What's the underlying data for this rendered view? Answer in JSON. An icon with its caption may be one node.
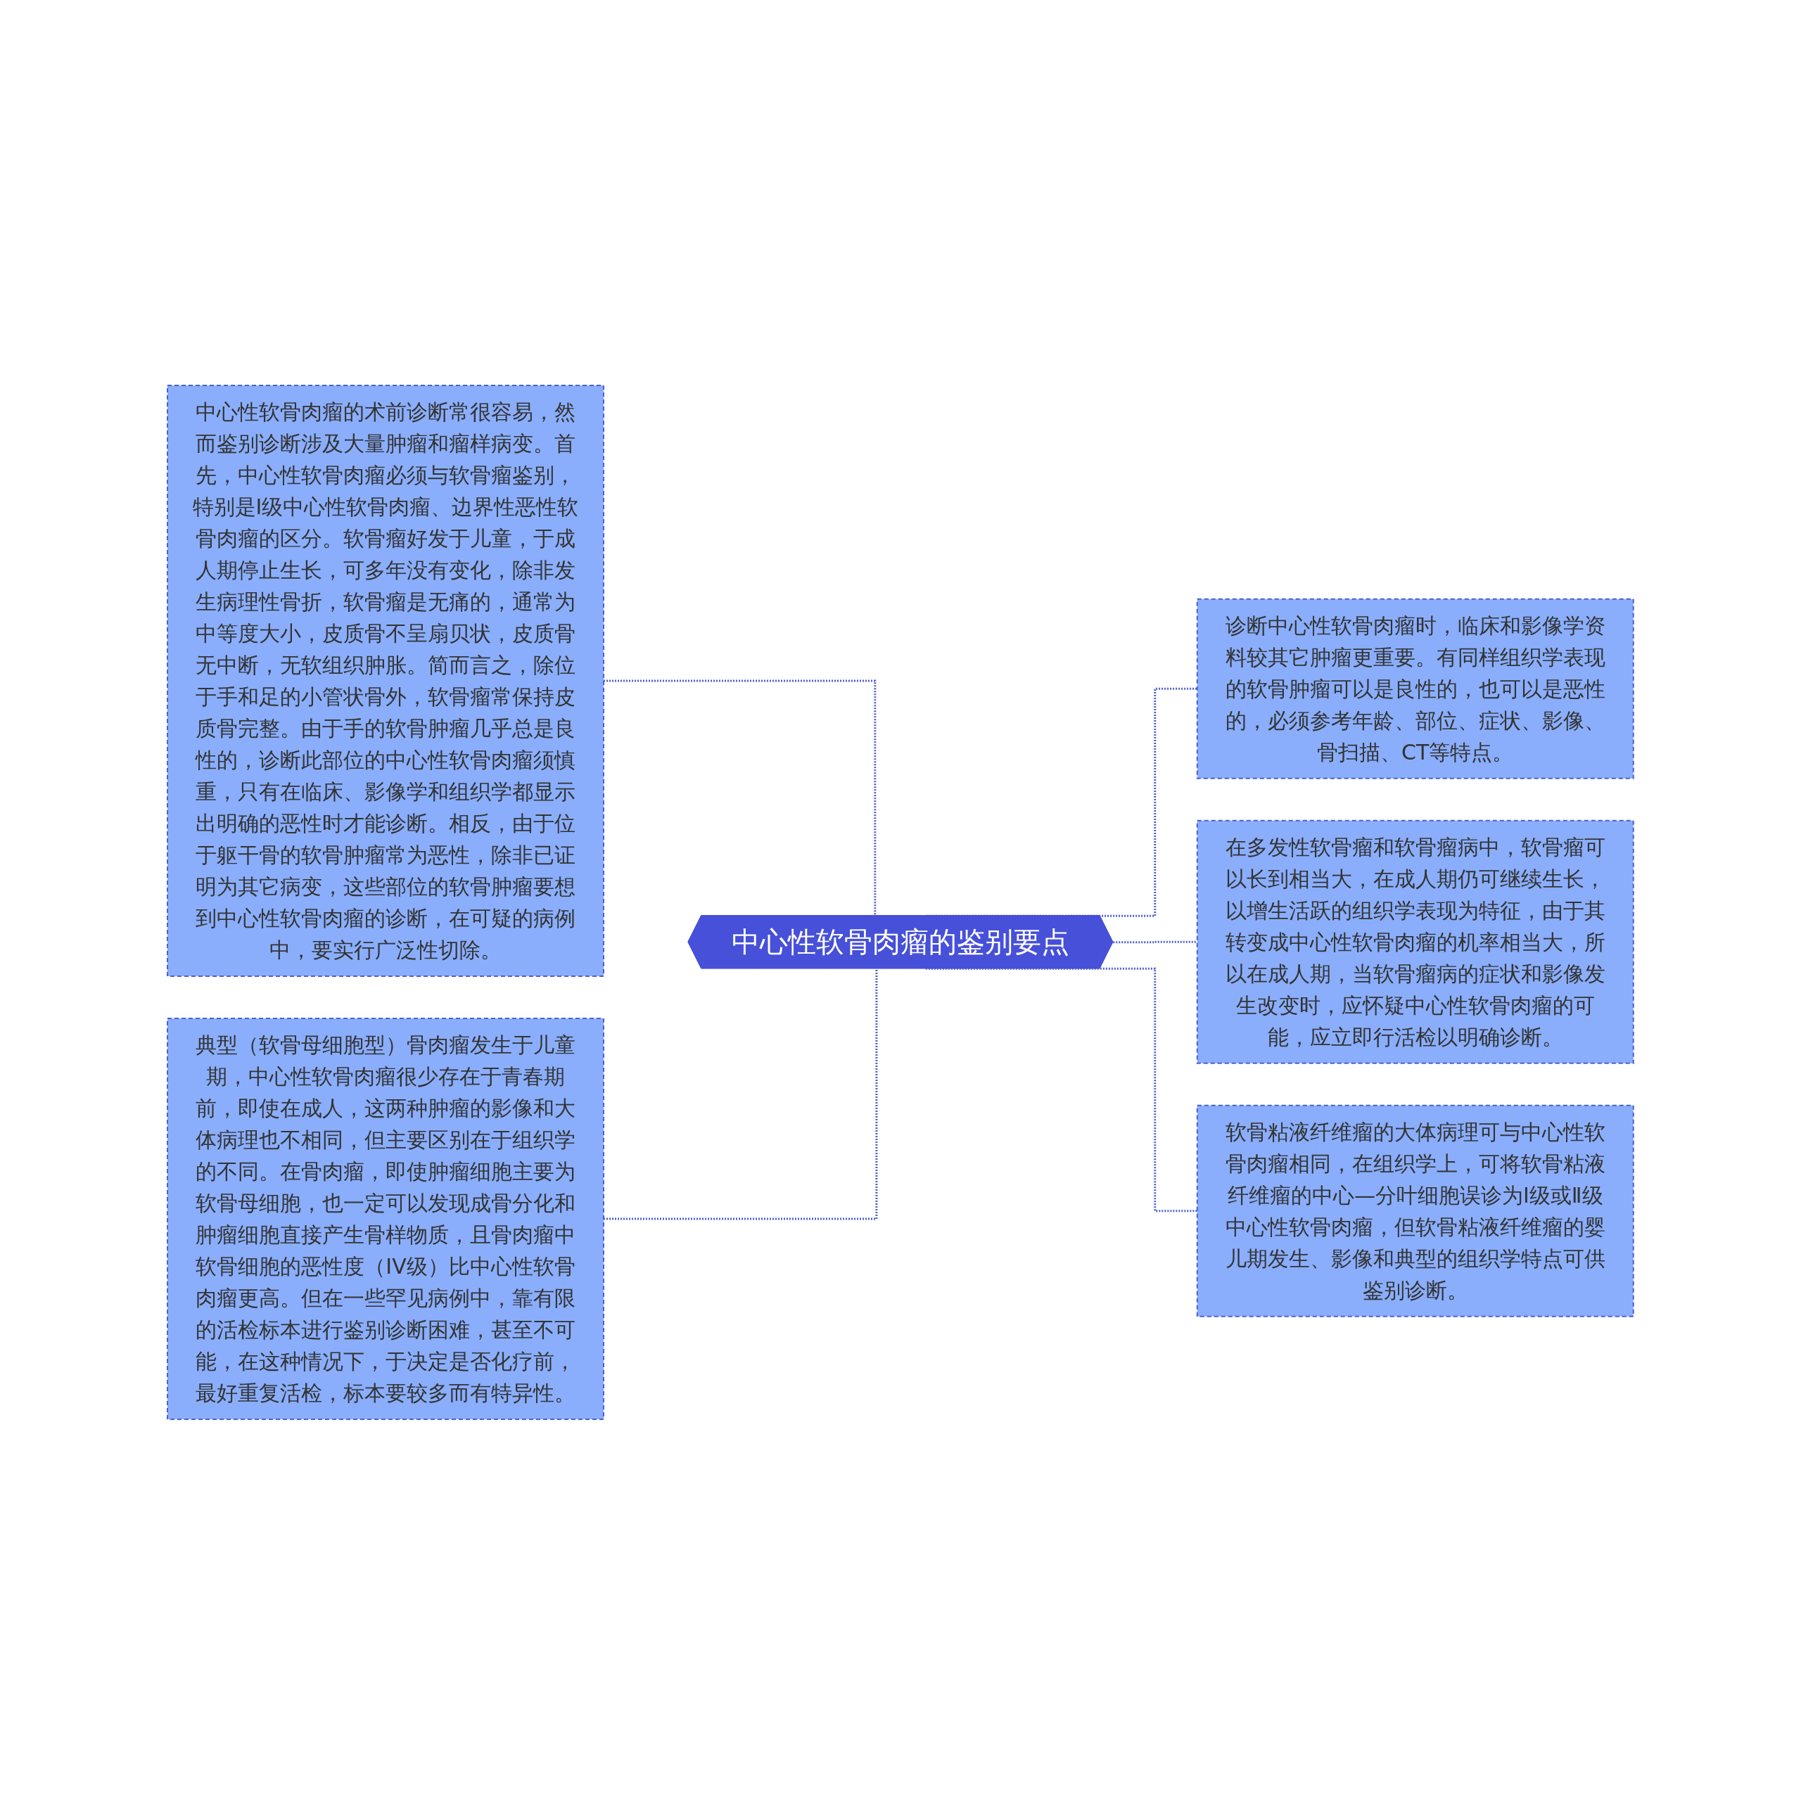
{
  "diagram": {
    "nodes": [
      {
        "text": [
          "中心性软骨肉瘤的鉴别要点"
        ]
      },
      {
        "text": [
          "中心性软骨肉瘤的术前诊断常很容易，然而鉴别诊断涉及大量肿瘤和瘤样病变。首先，中心性软骨肉瘤必须与软骨瘤鉴别，特别是Ⅰ级中心性软骨肉瘤、边界性恶性软骨肉瘤的区分。软骨瘤好发于儿童，于成人期停止生长，可多年没有变化，除非发生病理性骨折，软骨瘤是无痛的，通常为中等度大小，皮质骨不呈扇贝状，皮质骨无中断，无软组织肿胀。简而言之，除位于手和足的小管状骨外，软骨瘤常保持皮质骨完整。由于手的软骨肿瘤几乎总是良性的，诊断此部位的中心性软骨肉瘤须慎重，只有在临床、影像学和组织学都显示出明确的恶性时才能诊断。相反，由于位于躯干骨的软骨肿瘤常为恶性，除非已证明为其它病变，这些部位的软骨肿瘤要想到中心性软骨肉瘤的诊断，在可疑的病例中，要实行广泛性切除。"
        ]
      },
      {
        "text": [
          "典型（软骨母细胞型）骨肉瘤发生于儿童期，中心性软骨肉瘤很少存在于青春期前，即使在成人，这两种肿瘤的影像和大体病理也不相同，但主要区别在于组织学的不同。在骨肉瘤，即使肿瘤细胞主要为软骨母细胞，也一定可以发现成骨分化和肿瘤细胞直接产生骨样物质，且骨肉瘤中软骨细胞的恶性度（IV级）比中心性软骨肉瘤更高。但在一些罕见病例中，靠有限的活检标本进行鉴别诊断困难，甚至不可能，在这种情况下，于决定是否化疗前，最好重复活检，标本要较多而有特异性。"
        ]
      },
      {
        "text": [
          "诊断中心性软骨肉瘤时，临床和影像学资料较其它肿瘤更重要。有同样组织学表现的软骨肿瘤可以是良性的，也可以是恶性的，必须参考年龄、部位、症状、影像、骨扫描、CT等特点。"
        ]
      },
      {
        "text": [
          "在多发性软骨瘤和软骨瘤病中，软骨瘤可以长到相当大，在成人期仍可继续生长，以增生活跃的组织学表现为特征，由于其转变成中心性软骨肉瘤的机率相当大，所以在成人期，当软骨瘤病的症状和影像发生改变时，应怀疑中心性软骨肉瘤的可能，应立即行活检以明确诊断。"
        ]
      },
      {
        "text": [
          "软骨粘液纤维瘤的大体病理可与中心性软骨肉瘤相同，在组织学上，可将软骨粘液纤维瘤的中心—分叶细胞误诊为Ⅰ级或Ⅱ级中心性软骨肉瘤，但软骨粘液纤维瘤的婴儿期发生、影像和典型的组织学特点可供鉴别诊断。"
        ]
      }
    ],
    "edges": [
      {
        "from": 0,
        "to": 1,
        "arrow": "none",
        "style": "dashed"
      },
      {
        "from": 0,
        "to": 2,
        "arrow": "none",
        "style": "dashed"
      },
      {
        "from": 0,
        "to": 3,
        "arrow": "none",
        "style": "dashed"
      },
      {
        "from": 0,
        "to": 4,
        "arrow": "none",
        "style": "dashed"
      },
      {
        "from": 0,
        "to": 5,
        "arrow": "none",
        "style": "dashed"
      }
    ]
  }
}
